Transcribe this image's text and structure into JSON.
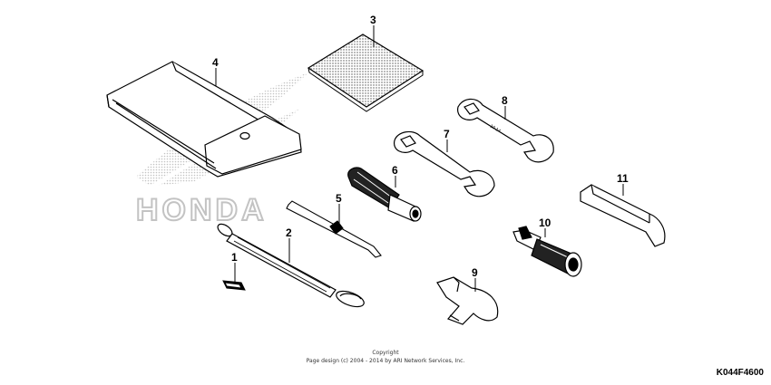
{
  "watermark": {
    "brand": "HONDA"
  },
  "parts": [
    {
      "ref": "1"
    },
    {
      "ref": "2"
    },
    {
      "ref": "3"
    },
    {
      "ref": "4"
    },
    {
      "ref": "5"
    },
    {
      "ref": "6"
    },
    {
      "ref": "7"
    },
    {
      "ref": "8"
    },
    {
      "ref": "9"
    },
    {
      "ref": "10"
    },
    {
      "ref": "11"
    }
  ],
  "footer": {
    "copyright_line1": "Copyright",
    "copyright_line2": "Page design (c) 2004 - 2014 by ARI Network Services, Inc.",
    "diagram_code": "K044F4600"
  },
  "colors": {
    "ink": "#000000",
    "watermark": "#bdbdbd",
    "paper": "#ffffff"
  }
}
